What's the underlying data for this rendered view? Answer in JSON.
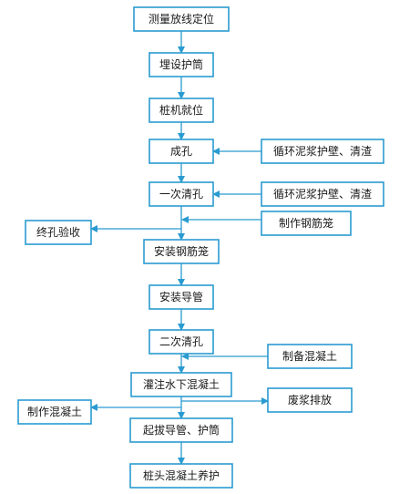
{
  "diagram": {
    "colors": {
      "box_border": "#2a9bd0",
      "arrow": "#2a9bd0",
      "text": "#1a1a1a"
    },
    "nodes": [
      {
        "id": "n1",
        "label": "测量放线定位"
      },
      {
        "id": "n2",
        "label": "埋设护筒"
      },
      {
        "id": "n3",
        "label": "桩机就位"
      },
      {
        "id": "n4",
        "label": "成孔"
      },
      {
        "id": "n5",
        "label": "一次清孔"
      },
      {
        "id": "n6",
        "label": "安装钢筋笼"
      },
      {
        "id": "n7",
        "label": "安装导管"
      },
      {
        "id": "n8",
        "label": "二次清孔"
      },
      {
        "id": "n9",
        "label": "灌注水下混凝土"
      },
      {
        "id": "n10",
        "label": "起拔导管、护筒"
      },
      {
        "id": "n11",
        "label": "桩头混凝土养护"
      },
      {
        "id": "s1",
        "label": "循环泥浆护壁、清渣"
      },
      {
        "id": "s2",
        "label": "循环泥浆护壁、清渣"
      },
      {
        "id": "s3",
        "label": "制作钢筋笼"
      },
      {
        "id": "s4",
        "label": "终孔验收"
      },
      {
        "id": "s5",
        "label": "制备混凝土"
      },
      {
        "id": "s6",
        "label": "废浆排放"
      },
      {
        "id": "s7",
        "label": "制作混凝土"
      }
    ]
  }
}
